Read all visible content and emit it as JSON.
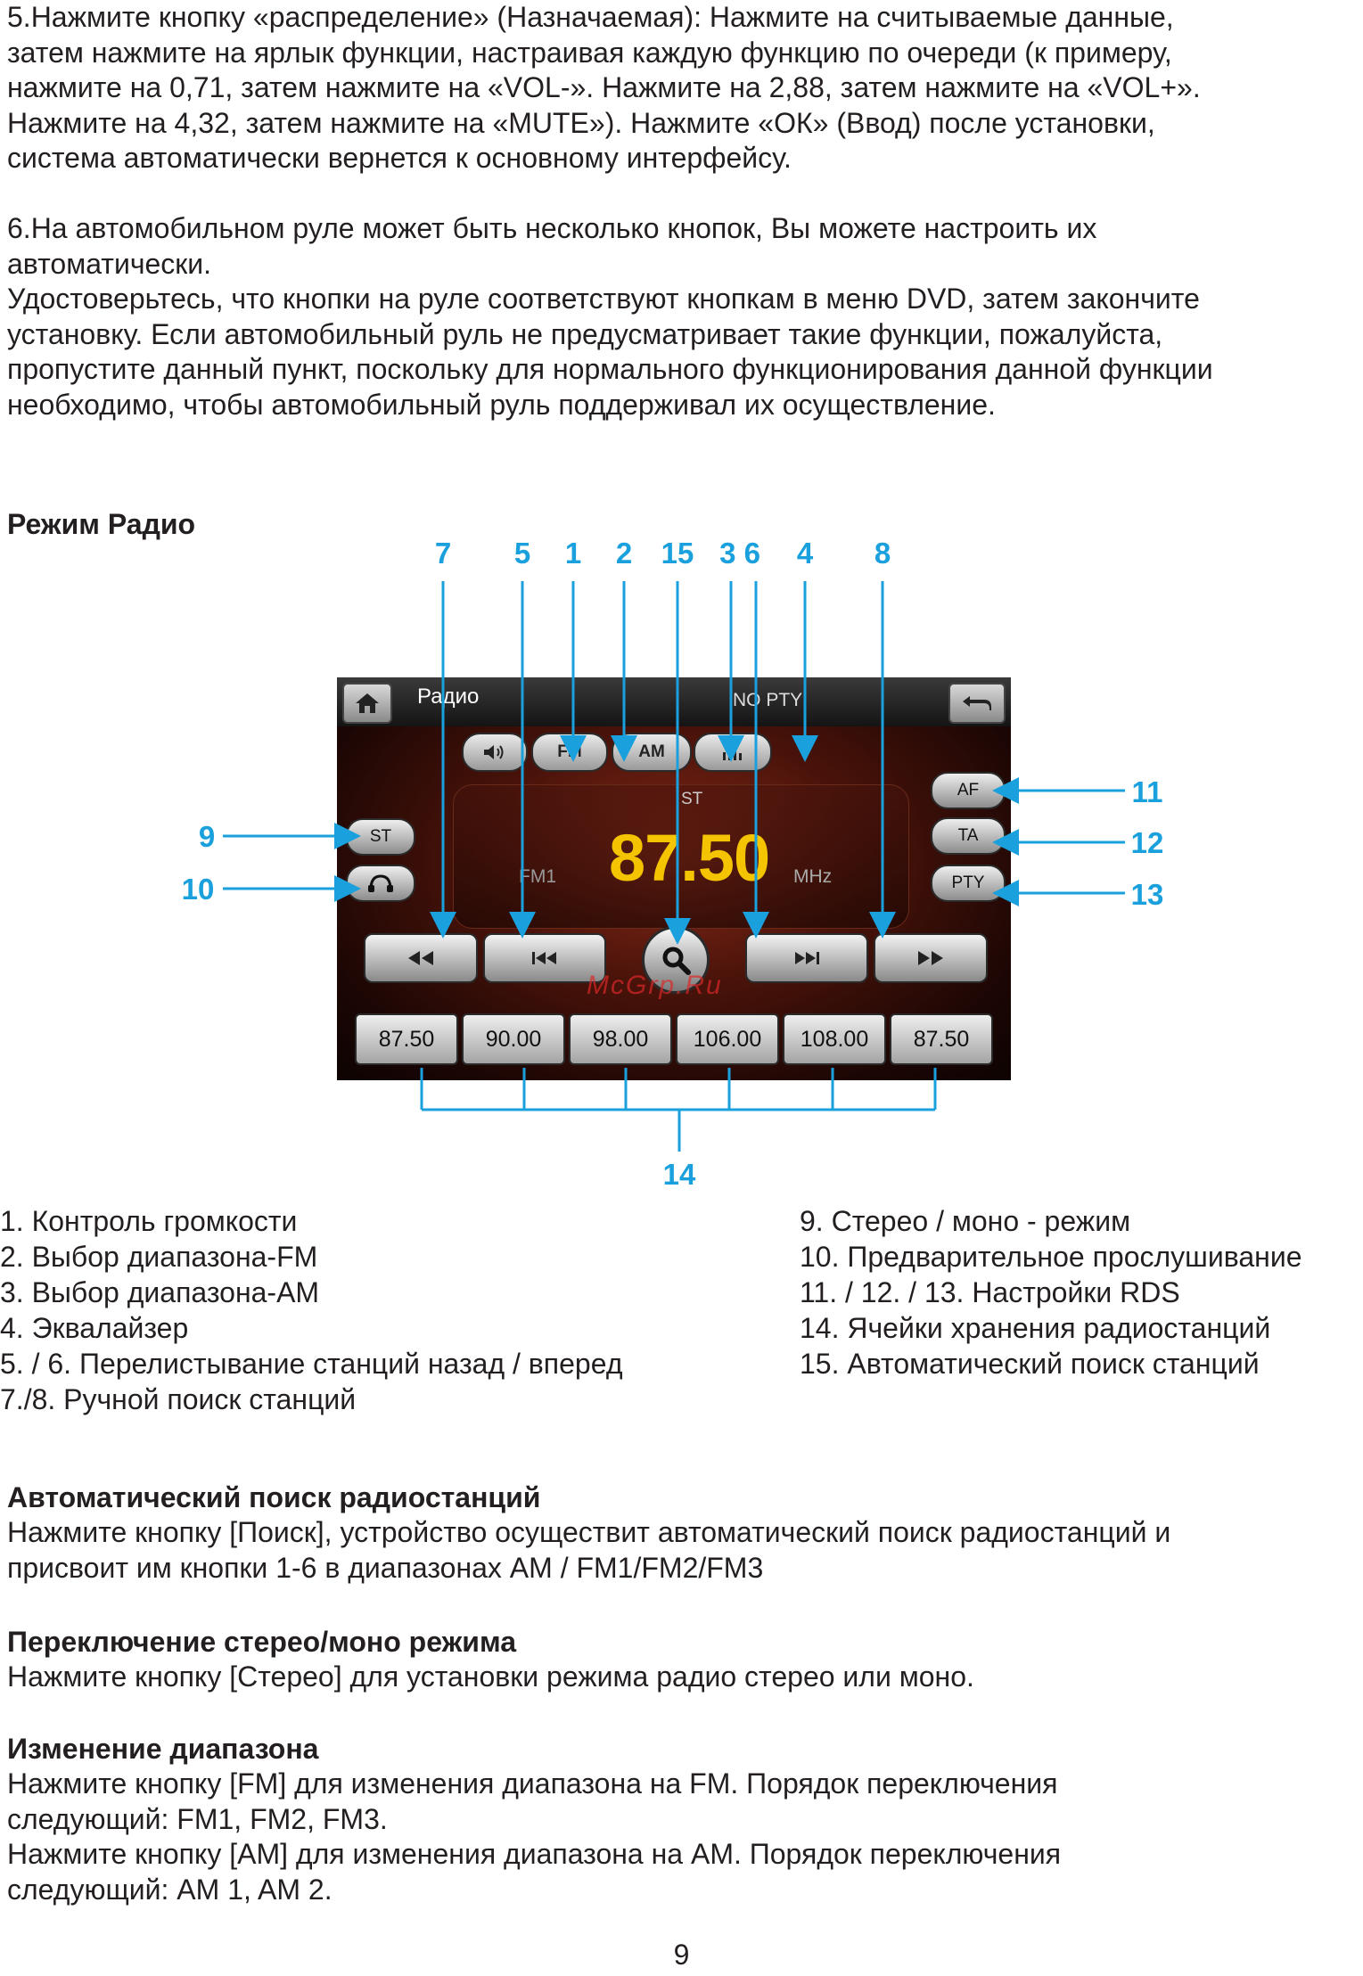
{
  "intro": {
    "p1": "5.Нажмите кнопку «распределение» (Назначаемая):  Нажмите на считываемые данные,\nзатем нажмите на ярлык функции, настраивая каждую функцию по очереди (к примеру,\nнажмите на 0,71, затем нажмите на «VOL-». Нажмите на 2,88, затем нажмите на «VOL+».\nНажмите на 4,32, затем нажмите на «MUTE»). Нажмите «ОК» (Ввод) после установки,\nсистема автоматически вернется к основному интерфейсу.",
    "p2": "6.На автомобильном руле может быть несколько кнопок, Вы можете настроить их\nавтоматически.\nУдостоверьтесь, что кнопки на руле соответствуют кнопкам в меню DVD, затем закончите\nустановку. Если автомобильный руль не предусматривает такие функции,  пожалуйста,\nпропустите данный пункт, поскольку для нормального функционирования данной функции\nнеобходимо, чтобы автомобильный руль поддерживал их осуществление."
  },
  "section_title": "Режим Радио",
  "callouts": {
    "c7": "7",
    "c5": "5",
    "c1": "1",
    "c2": "2",
    "c15": "15",
    "c36": "3 6",
    "c4": "4",
    "c8": "8",
    "c9": "9",
    "c10": "10",
    "c11": "11",
    "c12": "12",
    "c13": "13",
    "c14": "14"
  },
  "screen": {
    "title": "Радио",
    "pty": "NO PTY",
    "band_fm": "FM",
    "band_am": "AM",
    "af": "AF",
    "ta": "TA",
    "pty_btn": "PTY",
    "st_btn": "ST",
    "st_indicator": "ST",
    "band_indicator": "FM1",
    "frequency": "87.50",
    "unit": "MHz",
    "presets": [
      "87.50",
      "90.00",
      "98.00",
      "106.00",
      "108.00",
      "87.50"
    ],
    "watermark": "McGrp.Ru"
  },
  "legend_left": [
    "1. Контроль громкости",
    "2. Выбор диапазона-FM",
    "3. Выбор диапазона-АМ",
    "4. Эквалайзер",
    "5. / 6. Перелистывание станций назад / вперед",
    "7./8. Ручной поиск станций"
  ],
  "legend_right": [
    "9. Стерео / моно - режим",
    "10. Предварительное прослушивание",
    "11. / 12. / 13. Настройки RDS",
    "14. Ячейки хранения радиостанций",
    "15. Автоматический поиск станций"
  ],
  "sections": [
    {
      "title": "Автоматический поиск радиостанций",
      "text": "Нажмите кнопку [Поиск], устройство осуществит автоматический поиск радиостанций и\nприсвоит им кнопки 1-6 в диапазонах AM / FM1/FM2/FM3"
    },
    {
      "title": "Переключение стерео/моно режима",
      "text": "Нажмите кнопку [Стерео] для установки режима радио стерео или моно."
    },
    {
      "title": "Изменение диапазона",
      "text": "Нажмите кнопку [FM] для изменения диапазона на FM. Порядок переключения\nследующий: FM1, FM2, FM3.\nНажмите кнопку [AM] для изменения диапазона на AM. Порядок переключения\nследующий: AM 1, AM 2."
    }
  ],
  "page_number": "9",
  "colors": {
    "callout": "#1aa0dc",
    "frequency": "#f5c400"
  }
}
